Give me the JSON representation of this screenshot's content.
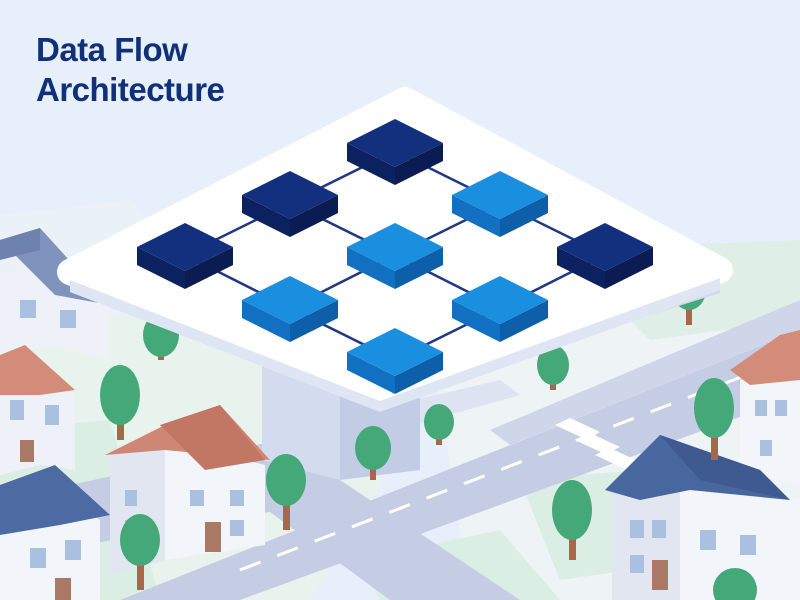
{
  "title": {
    "line1": "Data Flow",
    "line2": "Architecture"
  },
  "colors": {
    "sky": "#e6effa",
    "title": "#10307a",
    "node_dark": "#12307d",
    "node_light": "#1a8fe0",
    "platform": "#ffffff",
    "tree": "#45a879",
    "roof_red": "#cf8675",
    "roof_blue": "#49679f",
    "road": "#c3cbe3"
  },
  "diagram": {
    "nodes": [
      {
        "id": "n1",
        "tone": "dark"
      },
      {
        "id": "n2",
        "tone": "dark"
      },
      {
        "id": "n3",
        "tone": "dark"
      },
      {
        "id": "n4",
        "tone": "light"
      },
      {
        "id": "n5",
        "tone": "light"
      },
      {
        "id": "n6",
        "tone": "light"
      },
      {
        "id": "n7",
        "tone": "light"
      },
      {
        "id": "n8",
        "tone": "light"
      },
      {
        "id": "n9",
        "tone": "dark"
      }
    ],
    "links": [
      [
        "n1",
        "n2"
      ],
      [
        "n1",
        "n4"
      ],
      [
        "n2",
        "n3"
      ],
      [
        "n2",
        "n5"
      ],
      [
        "n3",
        "n6"
      ],
      [
        "n4",
        "n5"
      ],
      [
        "n4",
        "n7"
      ],
      [
        "n5",
        "n6"
      ],
      [
        "n5",
        "n8"
      ],
      [
        "n6",
        "n9"
      ],
      [
        "n7",
        "n8"
      ],
      [
        "n8",
        "n9"
      ]
    ]
  }
}
